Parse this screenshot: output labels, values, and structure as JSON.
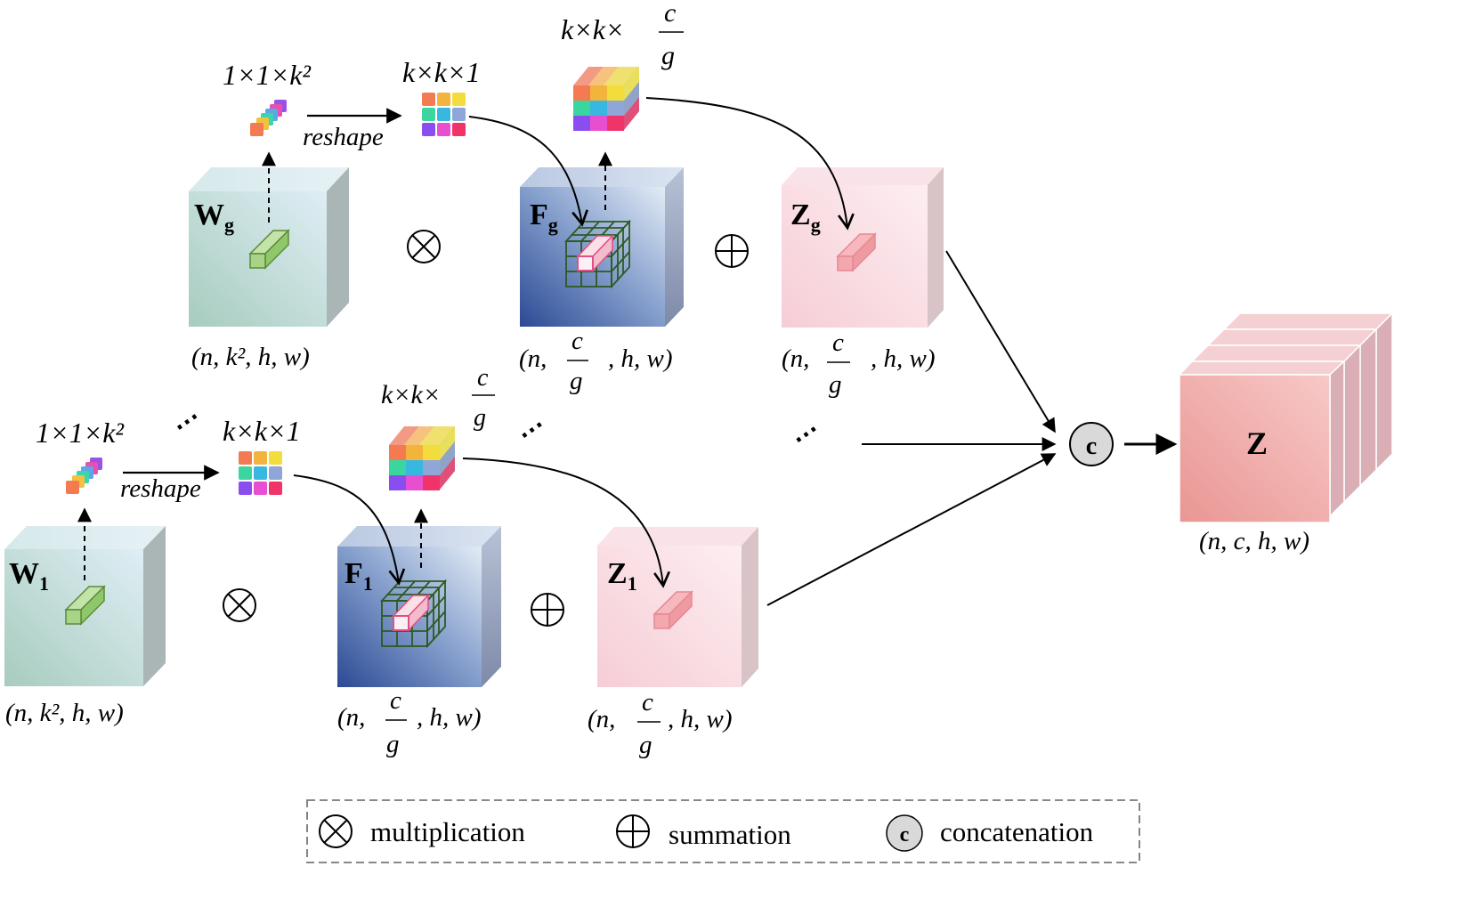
{
  "top_row": {
    "weight_label": "W",
    "weight_sub": "g",
    "weight_dims": "(n, k², h, w)",
    "feature_label": "F",
    "feature_sub": "g",
    "feature_dims_pre": "(n,",
    "feature_dims_post": ", h, w)",
    "out_label": "Z",
    "out_sub": "g",
    "out_dims_pre": "(n,",
    "out_dims_post": ", h, w)",
    "vec_label": "1×1×k²",
    "grid_label": "k×k×1",
    "block_label_prefix": "k×k×"
  },
  "bottom_row": {
    "weight_label": "W",
    "weight_sub": "1",
    "weight_dims": "(n, k², h, w)",
    "feature_label": "F",
    "feature_sub": "1",
    "feature_dims_pre": "(n,",
    "feature_dims_post": ", h, w)",
    "out_label": "Z",
    "out_sub": "1",
    "out_dims_pre": "(n,",
    "out_dims_post": ", h, w)",
    "vec_label": "1×1×k²",
    "grid_label": "k×k×1",
    "block_label_prefix": "k×k×"
  },
  "fraction": {
    "num": "c",
    "den": "g"
  },
  "reshape_label": "reshape",
  "dots": "⋯",
  "concat_symbol": "c",
  "output": {
    "label": "Z",
    "dims": "(n, c, h, w)"
  },
  "legend": {
    "multiplication": "multiplication",
    "summation": "summation",
    "concatenation": "concatenation",
    "concat_symbol": "c"
  },
  "colors": {
    "weight_cube": "#b8d8cc",
    "feature_cube": "#3a5c9c",
    "out_cube": "#f7d4dc",
    "z_cube": "#ec9ea0",
    "green_bar": "#8fc86a",
    "pink_bar": "#f29aa6"
  }
}
